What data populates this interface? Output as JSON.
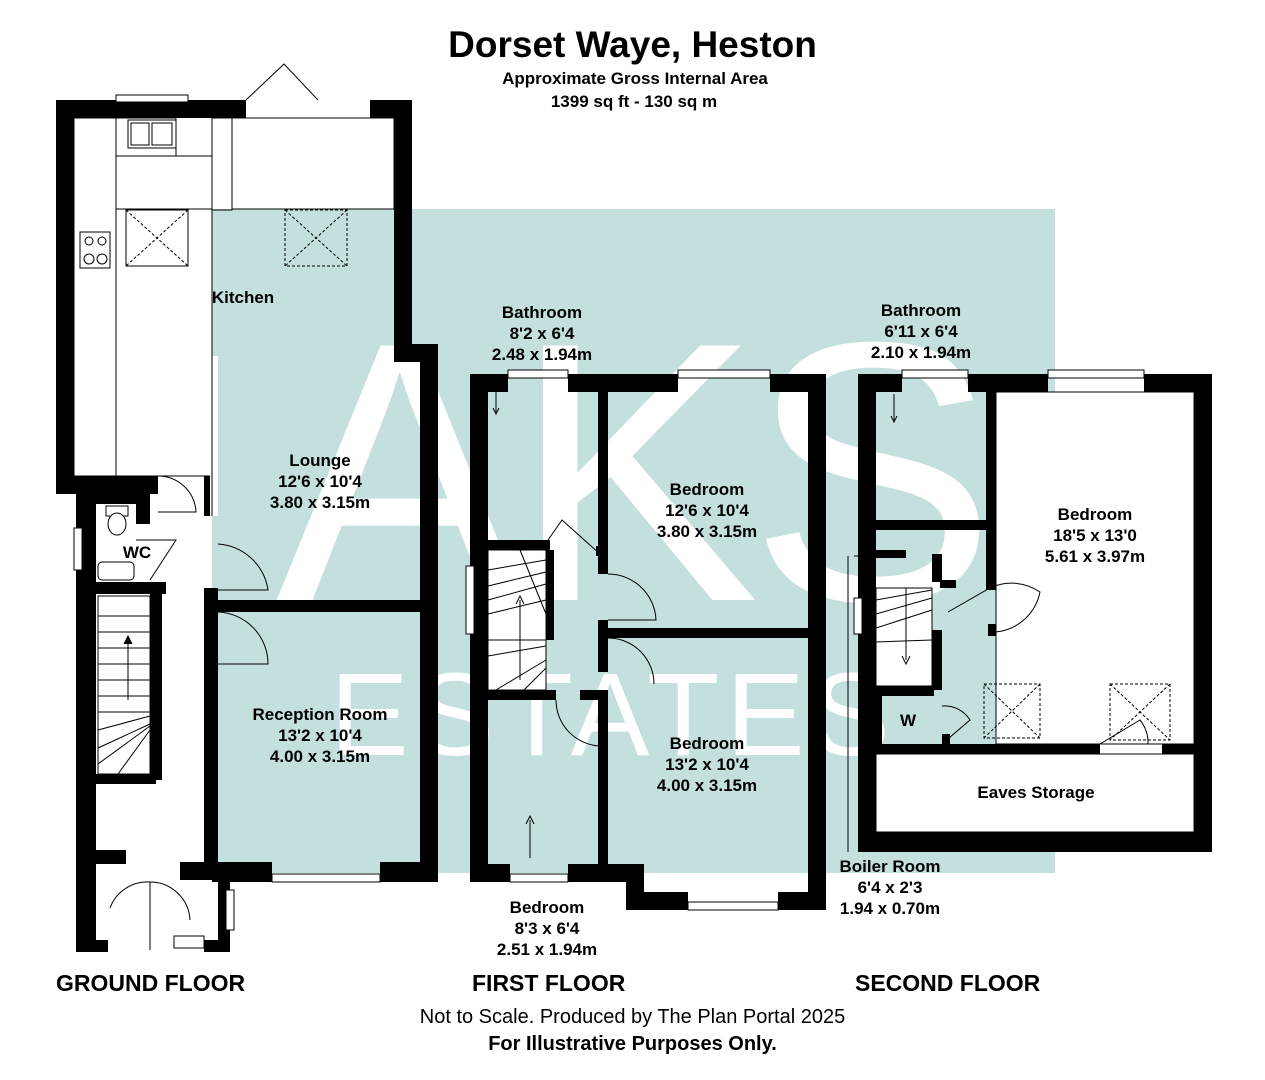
{
  "header": {
    "title": "Dorset Waye, Heston",
    "subtitle": "Approximate Gross Internal Area",
    "area": "1399 sq ft - 130 sq m"
  },
  "watermark": {
    "line1": "AKS",
    "line2": "ESTATES",
    "color": "#c4e0de"
  },
  "floors": {
    "ground": "GROUND FLOOR",
    "first": "FIRST FLOOR",
    "second": "SECOND FLOOR"
  },
  "rooms": {
    "kitchen": {
      "name": "Kitchen"
    },
    "lounge": {
      "name": "Lounge",
      "imperial": "12'6 x 10'4",
      "metric": "3.80 x 3.15m"
    },
    "wc": {
      "name": "WC"
    },
    "reception": {
      "name": "Reception Room",
      "imperial": "13'2 x 10'4",
      "metric": "4.00 x 3.15m"
    },
    "ff_bathroom": {
      "name": "Bathroom",
      "imperial": "8'2 x 6'4",
      "metric": "2.48 x 1.94m"
    },
    "ff_bedroom_front": {
      "name": "Bedroom",
      "imperial": "12'6 x 10'4",
      "metric": "3.80 x 3.15m"
    },
    "ff_bedroom_rear": {
      "name": "Bedroom",
      "imperial": "13'2 x 10'4",
      "metric": "4.00 x 3.15m"
    },
    "ff_bedroom_small": {
      "name": "Bedroom",
      "imperial": "8'3 x 6'4",
      "metric": "2.51 x 1.94m"
    },
    "sf_bathroom": {
      "name": "Bathroom",
      "imperial": "6'11 x 6'4",
      "metric": "2.10 x 1.94m"
    },
    "sf_bedroom": {
      "name": "Bedroom",
      "imperial": "18'5 x 13'0",
      "metric": "5.61 x 3.97m"
    },
    "sf_w": {
      "name": "W"
    },
    "eaves": {
      "name": "Eaves Storage"
    },
    "boiler": {
      "name": "Boiler Room",
      "imperial": "6'4 x 2'3",
      "metric": "1.94 x 0.70m"
    }
  },
  "footer": {
    "note": "Not to Scale. Produced by The Plan Portal 2025",
    "disclaimer": "For Illustrative Purposes Only."
  }
}
